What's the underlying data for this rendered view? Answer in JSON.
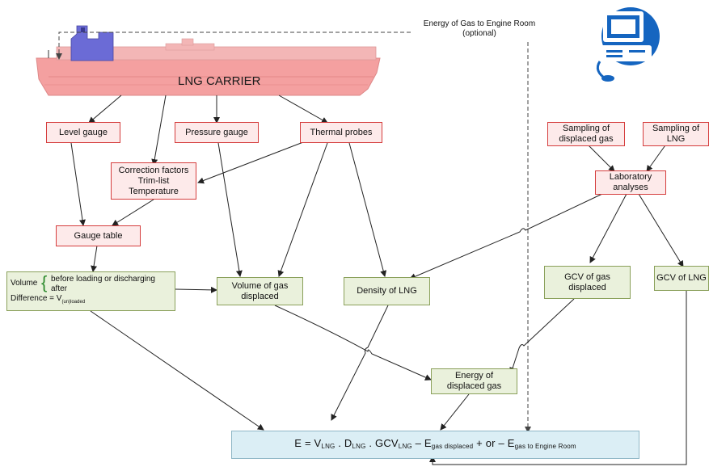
{
  "ship": {
    "label": "LNG CARRIER",
    "hull_color": "#f4a0a0",
    "tower_color": "#6b6bd6"
  },
  "engine_note": {
    "line1": "Energy of Gas to Engine Room",
    "line2": "(optional)"
  },
  "boxes": {
    "level_gauge": "Level gauge",
    "pressure_gauge": "Pressure gauge",
    "thermal_probes": "Thermal probes",
    "correction_factors": [
      "Correction factors",
      "Trim-list",
      "Temperature"
    ],
    "gauge_table": "Gauge table",
    "volume": {
      "prefix": "Volume",
      "line1": "before loading or discharging",
      "line2": "after",
      "difference": "Difference = V",
      "difference_sub": "(un)loaded"
    },
    "volume_gas_displaced": [
      "Volume of gas",
      "displaced"
    ],
    "density_lng": "Density of LNG",
    "sampling_displaced": [
      "Sampling of",
      "displaced gas"
    ],
    "sampling_lng": [
      "Sampling of",
      "LNG"
    ],
    "laboratory": [
      "Laboratory",
      "analyses"
    ],
    "gcv_gas_displaced": [
      "GCV of gas",
      "displaced"
    ],
    "gcv_lng": "GCV of LNG",
    "energy_displaced": [
      "Energy of",
      "displaced gas"
    ]
  },
  "formula": {
    "e": "E",
    "eq": "=",
    "v": "V",
    "v_sub": "LNG",
    "dot1": ".",
    "d": "D",
    "d_sub": "LNG",
    "dot2": ".",
    "gcv": "GCV",
    "gcv_sub": "LNG",
    "minus": "–",
    "e2": "E",
    "e2_sub": "gas displaced",
    "plusminus": "+ or –",
    "e3": "E",
    "e3_sub": "gas to Engine Room"
  },
  "colors": {
    "red_border": "#d53d3d",
    "green_border": "#8aa05a",
    "formula_bg": "#dbeef5",
    "computer_blue": "#1565c0"
  }
}
